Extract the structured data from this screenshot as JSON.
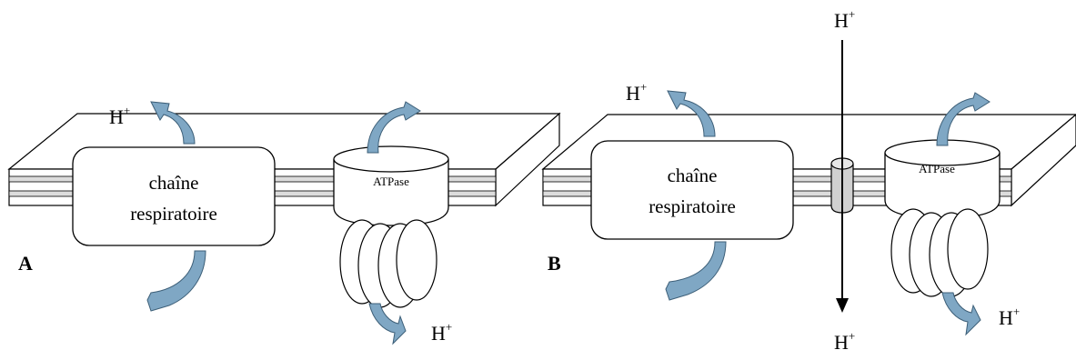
{
  "panels": {
    "A": {
      "letter": "A",
      "complex_label_line1": "chaîne",
      "complex_label_line2": "respiratoire",
      "atpase_label": "ATPase",
      "proton_top": {
        "base": "H",
        "sup": "+"
      },
      "proton_bottom": {
        "base": "H",
        "sup": "+"
      }
    },
    "B": {
      "letter": "B",
      "complex_label_line1": "chaîne",
      "complex_label_line2": "respiratoire",
      "atpase_label": "ATPase",
      "proton_top": {
        "base": "H",
        "sup": "+"
      },
      "proton_bottom": {
        "base": "H",
        "sup": "+"
      },
      "channel_proton_top": {
        "base": "H",
        "sup": "+"
      },
      "channel_proton_bottom": {
        "base": "H",
        "sup": "+"
      }
    }
  },
  "colors": {
    "arrow_fill": "#7fa7c4",
    "arrow_stroke": "#3d5f78",
    "stripe": "#dcdcdc",
    "outline": "#000000"
  }
}
